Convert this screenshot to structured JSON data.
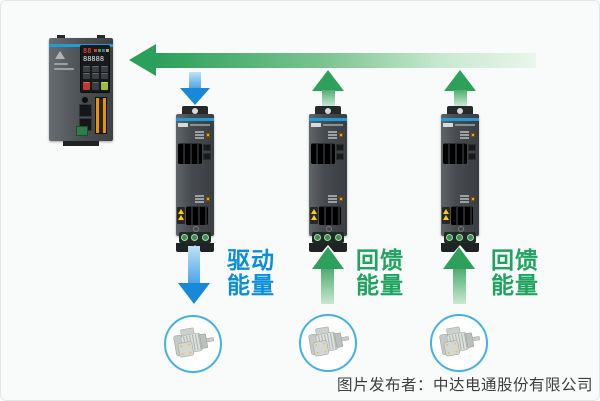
{
  "diagram": {
    "type": "energy-flow-diagram",
    "caption": "图片发布者：中达电通股份有限公司"
  },
  "labels": {
    "drive_energy": {
      "line1": "驱动",
      "line2": "能量"
    },
    "feedback_energy_a": {
      "line1": "回馈",
      "line2": "能量"
    },
    "feedback_energy_b": {
      "line1": "回馈",
      "line2": "能量"
    }
  },
  "main_drive": {
    "display_top": "88",
    "display_main": "88888"
  },
  "arrows": {
    "bus_return": "green-arrow-pointing-left-along-top",
    "drive_down_top": "blue-arrow-down-into-module-1",
    "feedback_up_top": "green-arrows-up-from-modules-2-3",
    "drive_energy_bottom": "blue-arrow-down-to-motor-1",
    "feedback_energy_bottom": "green-arrows-up-from-motors-2-3"
  },
  "colors": {
    "background": "#f9fafa",
    "arrow_green": "#2aa05a",
    "arrow_green_fade": "#e9f6ec",
    "arrow_blue": "#1789d8",
    "arrow_blue_light": "#bfe1f8",
    "label_blue": "#0c8fdb",
    "label_green": "#1fa45f",
    "motor_ring_blue": "#41b1e6",
    "device_stripe_blue": "#1e9cd7",
    "led_orange": "#f2a50a",
    "warning_yellow": "#ffd000"
  }
}
